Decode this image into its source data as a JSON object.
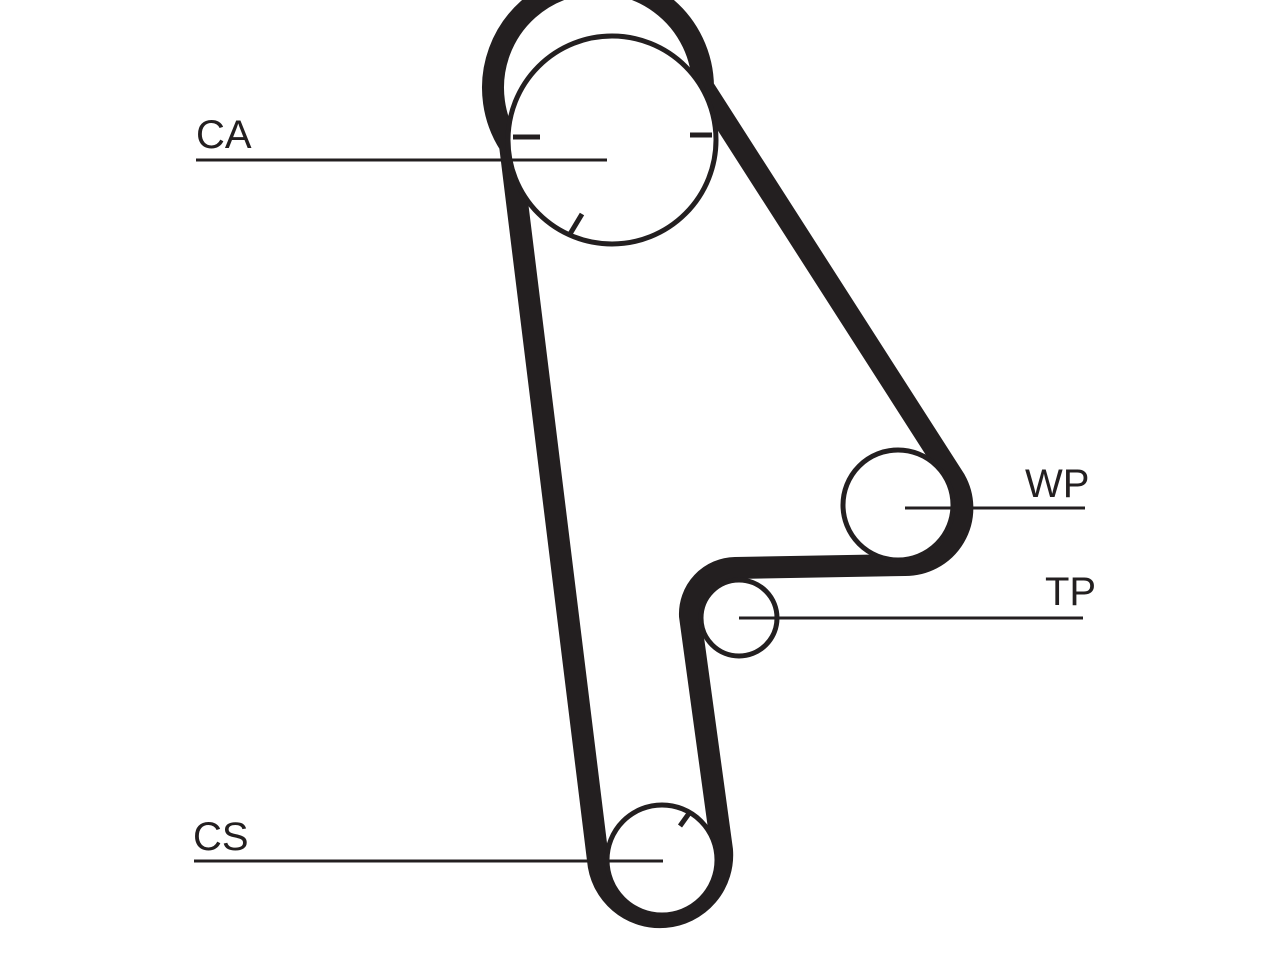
{
  "diagram": {
    "labels": {
      "camshaft": "CA",
      "water_pump": "WP",
      "tensioner": "TP",
      "crankshaft": "CS"
    }
  }
}
